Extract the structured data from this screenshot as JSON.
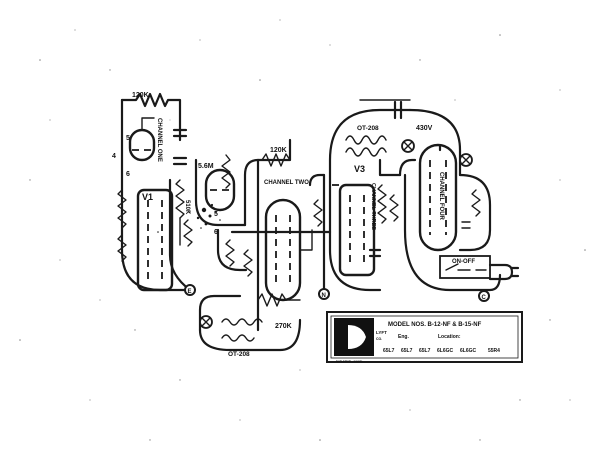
{
  "colors": {
    "ink": "#1a1a1a",
    "paper": "#ffffff"
  },
  "labels": {
    "r120k_a": "120K",
    "r120k_b": "120K",
    "r56m": "5.6M",
    "r510k": "510K",
    "r270k": "270K",
    "v430": "430V",
    "ot208_a": "OT-208",
    "ot208_b": "OT-208",
    "ch1": "CHANNEL ONE",
    "ch2": "CHANNEL TWO",
    "ch3": "CHANNEL THREE",
    "ch4": "CHANNEL FOUR",
    "v1": "V1",
    "v3": "V3",
    "onoff": "ON-OFF",
    "pin4": "4",
    "pin5a": "5",
    "pin6a": "6",
    "pin5b": "5",
    "pin6b": "6",
    "nodeE": "E",
    "nodeN": "N",
    "nodeC": "C"
  },
  "plate": {
    "brand": "LYFT",
    "brand_sub": "CO.",
    "city": "SAN FRAN., CALIF.",
    "model": "MODEL NOS. B-12-NF & B-15-NF",
    "eng": "Eng.",
    "location": "Location:",
    "tubes": [
      "65L7",
      "65L7",
      "65L7",
      "6L6GC",
      "6L6GC",
      "55R4"
    ]
  }
}
